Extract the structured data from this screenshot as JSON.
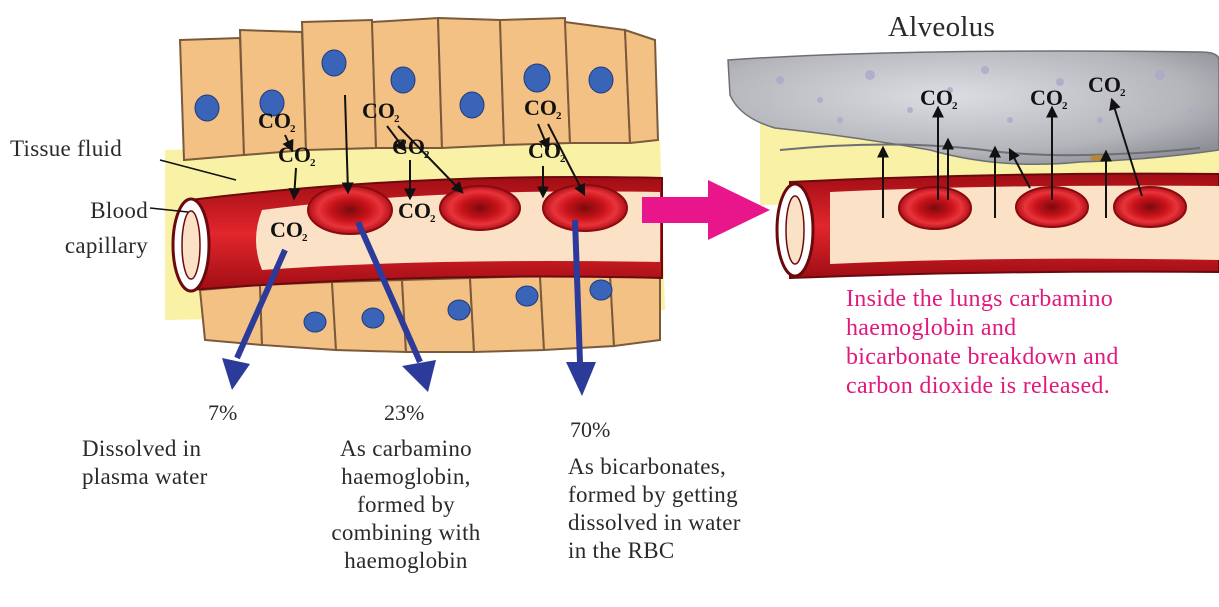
{
  "labels": {
    "alveolus": "Alveolus",
    "tissue_fluid": "Tissue fluid",
    "blood": "Blood",
    "capillary": "capillary",
    "co2_main": "CO",
    "co2_sub": "2"
  },
  "outcomes": [
    {
      "percent": "7%",
      "lines": [
        "Dissolved in",
        "plasma water"
      ]
    },
    {
      "percent": "23%",
      "lines": [
        "As carbamino",
        "haemoglobin,",
        "formed by",
        "combining with",
        "haemoglobin"
      ]
    },
    {
      "percent": "70%",
      "lines": [
        "As bicarbonates,",
        "formed by getting",
        "dissolved in water",
        "in the RBC"
      ]
    }
  ],
  "lungs_note": [
    "Inside the lungs carbamino",
    "haemoglobin and",
    "bicarbonate breakdown and",
    "carbon dioxide is released."
  ],
  "colors": {
    "tissue_cell": "#f3c183",
    "nucleus": "#3a64b8",
    "tissue_fluid": "#f8f1a6",
    "vessel_wall": "#c8141c",
    "plasma": "#fbe1c6",
    "rbc": "#d8161c",
    "arrow_blue": "#2c3a9a",
    "arrow_pink": "#e8168a",
    "alveolus": "#bfbfc4",
    "note_text": "#e0197d"
  }
}
